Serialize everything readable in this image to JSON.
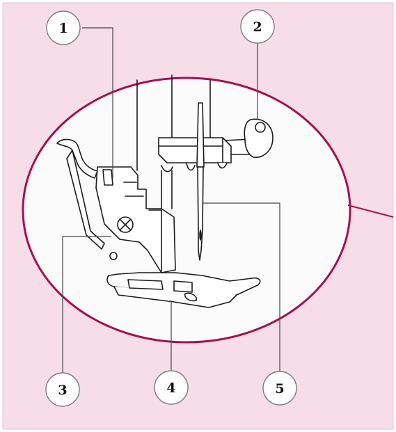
{
  "diagram": {
    "background_color": "#f6dde8",
    "ring_color": "#a3114f",
    "line_color": "#1a1a1a",
    "callouts": [
      {
        "id": "1",
        "label": "1",
        "part": "presser-foot-screw"
      },
      {
        "id": "2",
        "label": "2",
        "part": "needle-clamp-screw"
      },
      {
        "id": "3",
        "label": "3",
        "part": "presser-foot-shank"
      },
      {
        "id": "4",
        "label": "4",
        "part": "presser-foot"
      },
      {
        "id": "5",
        "label": "5",
        "part": "needle"
      }
    ]
  }
}
